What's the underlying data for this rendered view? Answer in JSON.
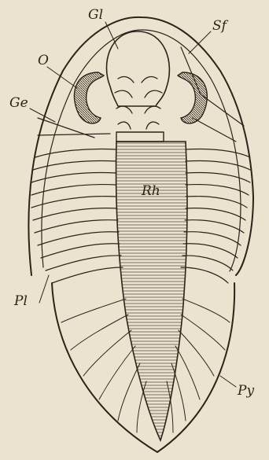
{
  "figure": {
    "ink_color": "#2b241a",
    "paper_color": "#ebe3cf",
    "labels": {
      "gl": "Gl",
      "sf": "Sf",
      "o": "O",
      "ge": "Ge",
      "rh": "Rh",
      "pl": "Pl",
      "py": "Py"
    }
  }
}
